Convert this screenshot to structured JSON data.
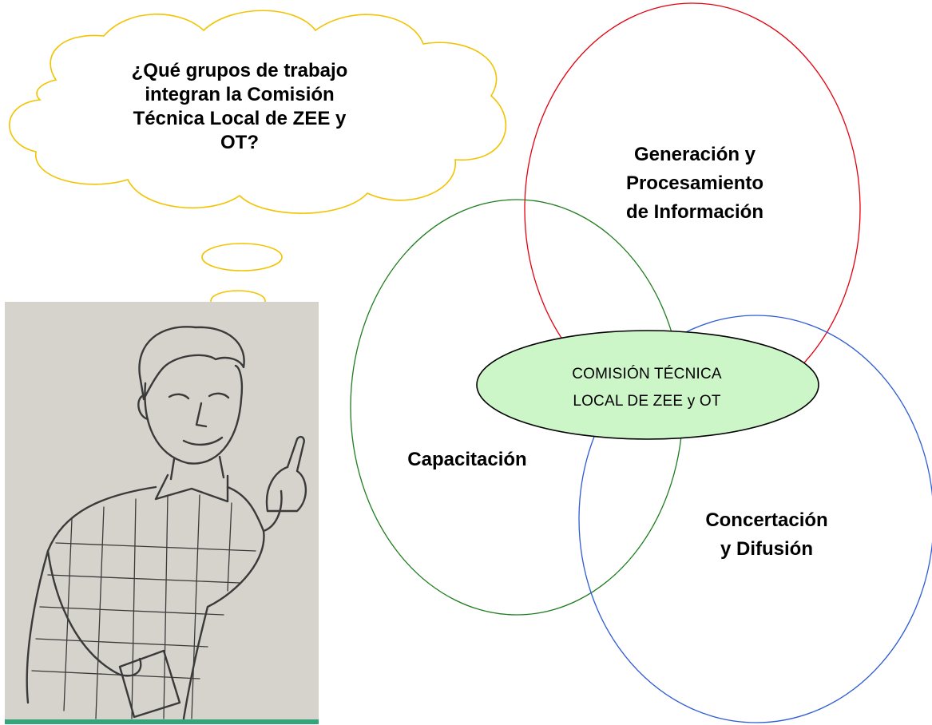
{
  "thought_bubble": {
    "lines": [
      "¿Qué grupos de trabajo",
      "integran la Comisión",
      "Técnica Local de ZEE y",
      "OT?"
    ]
  },
  "diagram": {
    "center": {
      "lines": [
        "COMISIÓN TÉCNICA",
        "LOCAL DE ZEE y OT"
      ]
    },
    "groups": [
      {
        "key": "generacion",
        "lines": [
          "Generación y",
          "Procesamiento",
          "de Información"
        ]
      },
      {
        "key": "capacitacion",
        "lines": [
          "Capacitación"
        ]
      },
      {
        "key": "concertacion",
        "lines": [
          "Concertación",
          "y Difusión"
        ]
      }
    ]
  },
  "colors": {
    "bubble_outline": "#f2c300",
    "generacion_circle": "#e3000f",
    "capacitacion_circle": "#1e7d1e",
    "concertacion_circle": "#2e5bd6",
    "center_fill": "#ccf5c8",
    "center_outline": "#000000",
    "illustration_background": "#d6d3cc",
    "illustration_line": "#3a3a3a",
    "illustration_bottom_bar": "#33a57a"
  },
  "illustration": {
    "subject": "man-pointing-finger-illustration"
  }
}
